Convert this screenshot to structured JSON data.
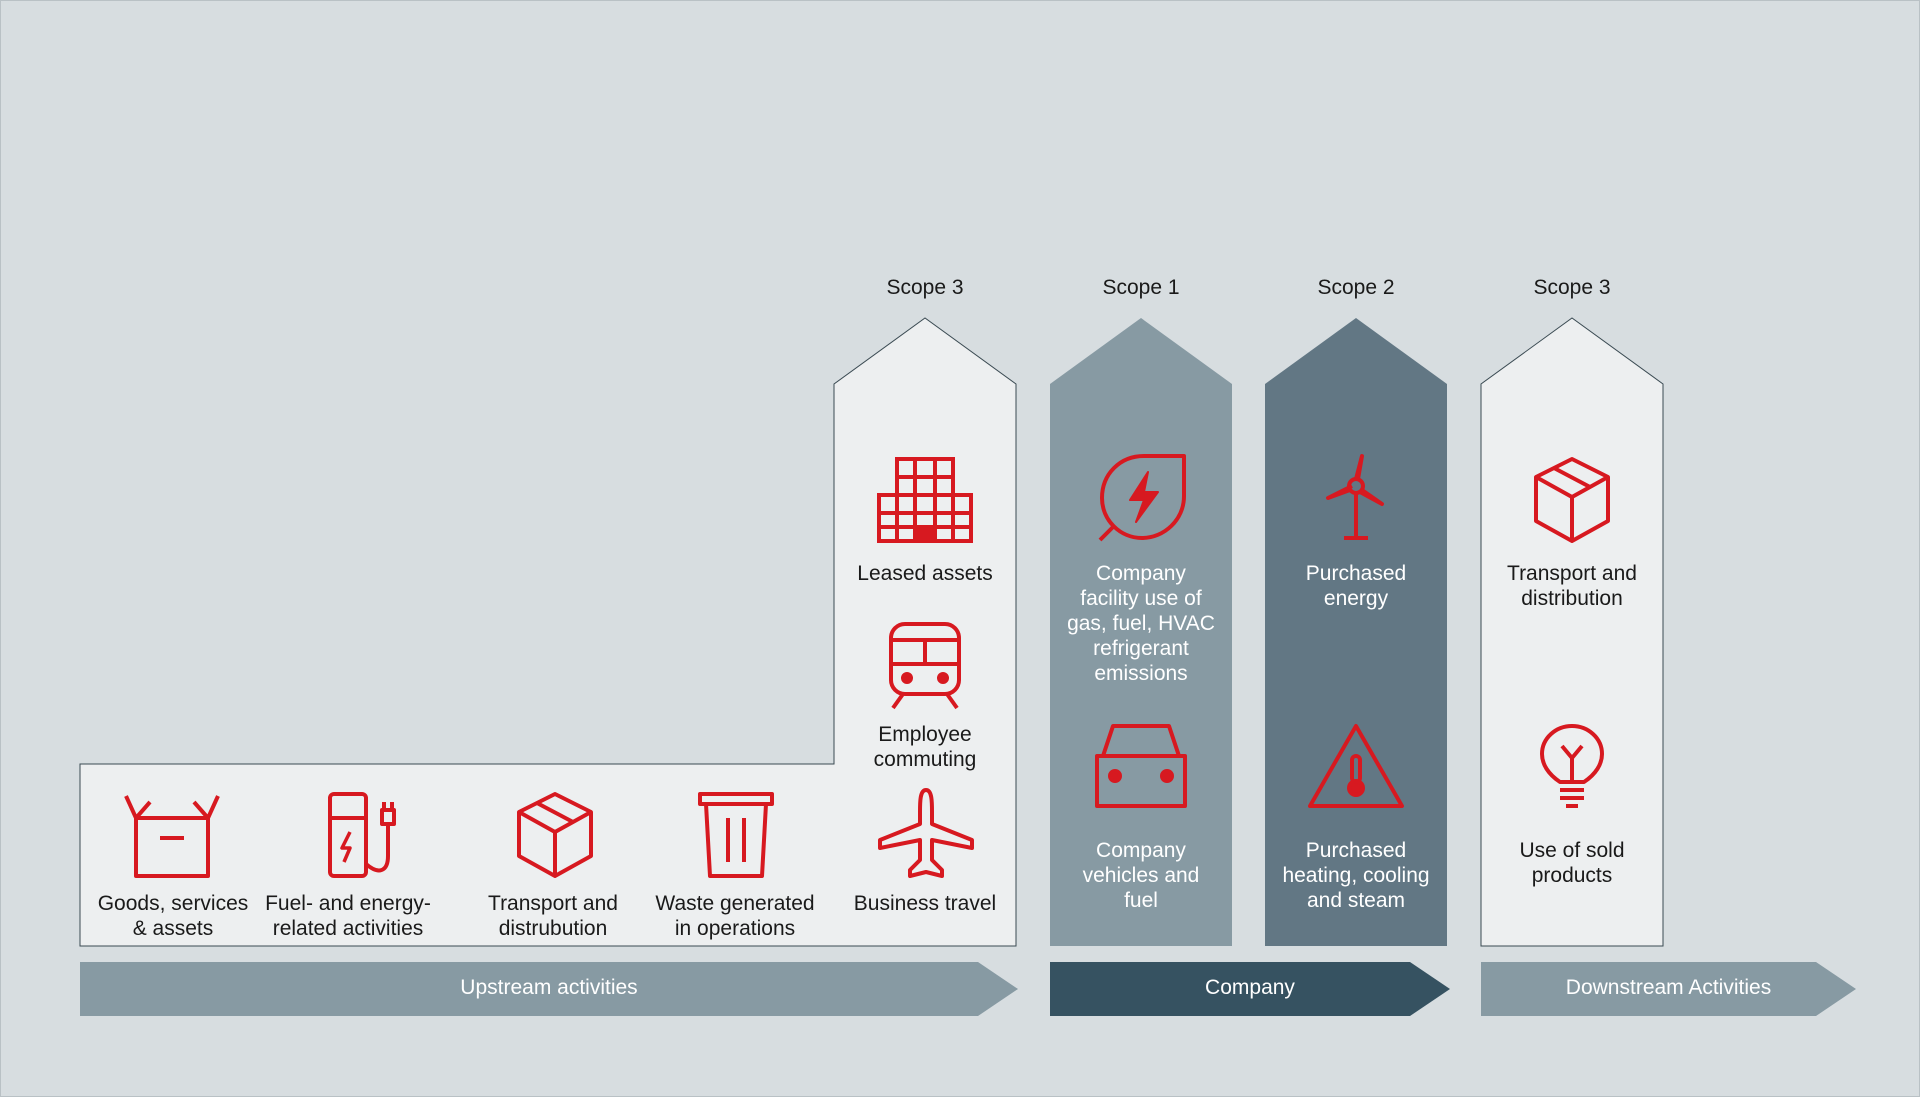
{
  "colors": {
    "background": "#d7dde0",
    "panel_light": "#edeff0",
    "scope1_fill": "#879aa3",
    "scope2_fill": "#627784",
    "upstream_band": "#879aa3",
    "company_band": "#365261",
    "downstream_band": "#879aa3",
    "icon_red": "#d71920"
  },
  "columns": {
    "leased": {
      "scope": "Scope 3"
    },
    "scope1": {
      "scope": "Scope 1"
    },
    "scope2": {
      "scope": "Scope 2"
    },
    "downstream": {
      "scope": "Scope 3"
    }
  },
  "upstream_items": [
    {
      "label": "Goods, services\n& assets",
      "icon": "open-box-icon"
    },
    {
      "label": "Fuel- and energy-\nrelated activities",
      "icon": "fuel-pump-plug-icon"
    },
    {
      "label": "Transport and\ndistrubution",
      "icon": "package-cube-icon"
    },
    {
      "label": "Waste generated\nin operations",
      "icon": "trash-bin-icon"
    },
    {
      "label": "Business travel",
      "icon": "airplane-icon"
    }
  ],
  "leased_items": [
    {
      "label": "Leased assets",
      "icon": "office-building-icon"
    },
    {
      "label": "Employee\ncommuting",
      "icon": "train-icon"
    }
  ],
  "scope1_items": [
    {
      "label": "Company\nfacility use of\ngas, fuel, HVAC\nrefrigerant\nemissions",
      "icon": "leaf-lightning-icon"
    },
    {
      "label": "Company\nvehicles and\nfuel",
      "icon": "car-icon"
    }
  ],
  "scope2_items": [
    {
      "label": "Purchased\nenergy",
      "icon": "wind-turbine-icon"
    },
    {
      "label": "Purchased\nheating, cooling\nand steam",
      "icon": "thermometer-warning-icon"
    }
  ],
  "downstream_items": [
    {
      "label": "Transport and\ndistribution",
      "icon": "package-cube-icon"
    },
    {
      "label": "Use of sold\nproducts",
      "icon": "light-bulb-icon"
    }
  ],
  "bands": {
    "upstream": "Upstream activities",
    "company": "Company",
    "downstream": "Downstream Activities"
  }
}
